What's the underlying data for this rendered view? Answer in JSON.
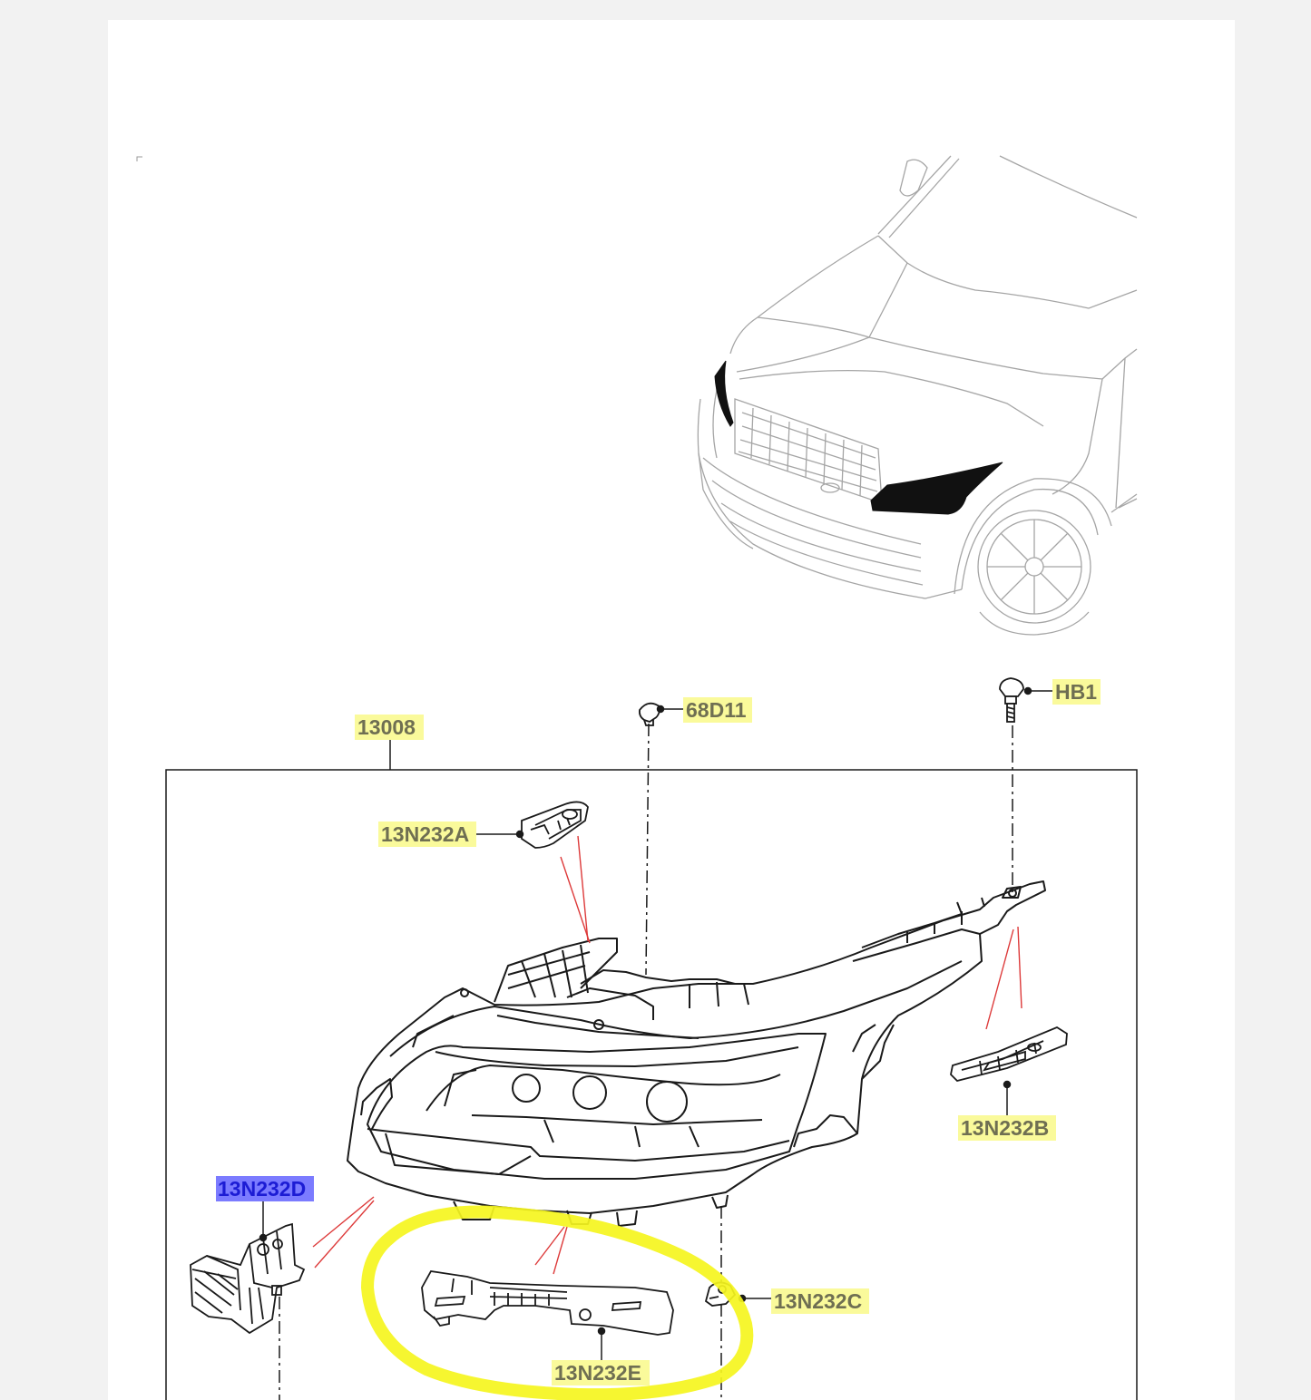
{
  "diagram": {
    "callouts": {
      "assembly": "13008",
      "clip": "68D11",
      "bolt": "HB1",
      "bracket_a": "13N232A",
      "bracket_b": "13N232B",
      "bracket_c": "13N232C",
      "bracket_d": "13N232D",
      "bracket_e": "13N232E"
    },
    "colors": {
      "highlight": "#fafa9b",
      "selected_highlight": "#7b7bff",
      "selected_text": "#1c1cd4",
      "label_text": "#6f6f52",
      "leader": "#dd3a3a",
      "markup_circle": "#f5f51e",
      "line_art": "#1a1a1a",
      "vehicle_outline": "#9a9a9a"
    }
  }
}
